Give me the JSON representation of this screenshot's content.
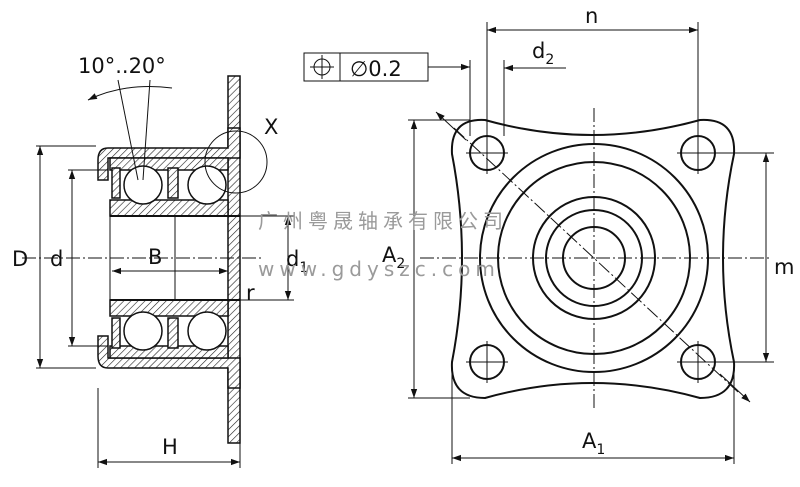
{
  "drawing": {
    "angle_label": "10°..20°",
    "detail_label": "X",
    "tolerance": {
      "symbol": "⌖",
      "value": "∅0.2"
    },
    "side_view": {
      "D": "D",
      "d": "d",
      "B": "B",
      "d1_main": "d",
      "d1_sub": "1",
      "r": "r",
      "H": "H"
    },
    "front_view": {
      "n": "n",
      "d2_main": "d",
      "d2_sub": "2",
      "A2_main": "A",
      "A2_sub": "2",
      "A1_main": "A",
      "A1_sub": "1",
      "m": "m"
    },
    "watermark": {
      "company": "广州粤晟轴承有限公司",
      "website": "www.gdyszc.com"
    }
  }
}
